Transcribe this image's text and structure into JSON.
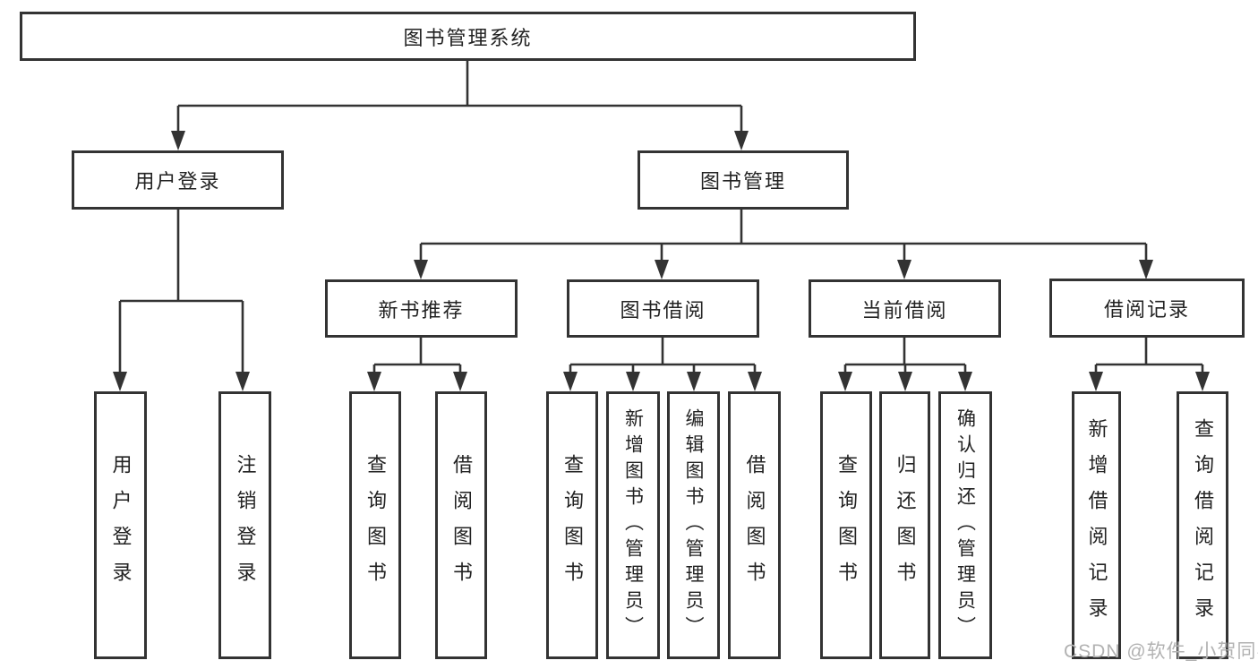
{
  "diagram": {
    "type": "hierarchy-tree",
    "root": {
      "label": "图书管理系统",
      "children": [
        {
          "label": "用户登录",
          "children": [
            {
              "label": "用户登录"
            },
            {
              "label": "注销登录"
            }
          ]
        },
        {
          "label": "图书管理",
          "children": [
            {
              "label": "新书推荐",
              "children": [
                {
                  "label": "查询图书"
                },
                {
                  "label": "借阅图书"
                }
              ]
            },
            {
              "label": "图书借阅",
              "children": [
                {
                  "label": "查询图书"
                },
                {
                  "label": "新增图书（管理员）"
                },
                {
                  "label": "编辑图书（管理员）"
                },
                {
                  "label": "借阅图书"
                }
              ]
            },
            {
              "label": "当前借阅",
              "children": [
                {
                  "label": "查询图书"
                },
                {
                  "label": "归还图书"
                },
                {
                  "label": "确认归还（管理员）"
                }
              ]
            },
            {
              "label": "借阅记录",
              "children": [
                {
                  "label": "新增借阅记录"
                },
                {
                  "label": "查询借阅记录"
                }
              ]
            }
          ]
        }
      ]
    }
  },
  "watermark": {
    "text": "CSDN @软件_小贺同学"
  },
  "colors": {
    "line": "#333333",
    "box_border": "#333333",
    "box_fill": "#ffffff",
    "text": "#222222",
    "watermark": "#b2b2b2",
    "background": "#ffffff"
  }
}
